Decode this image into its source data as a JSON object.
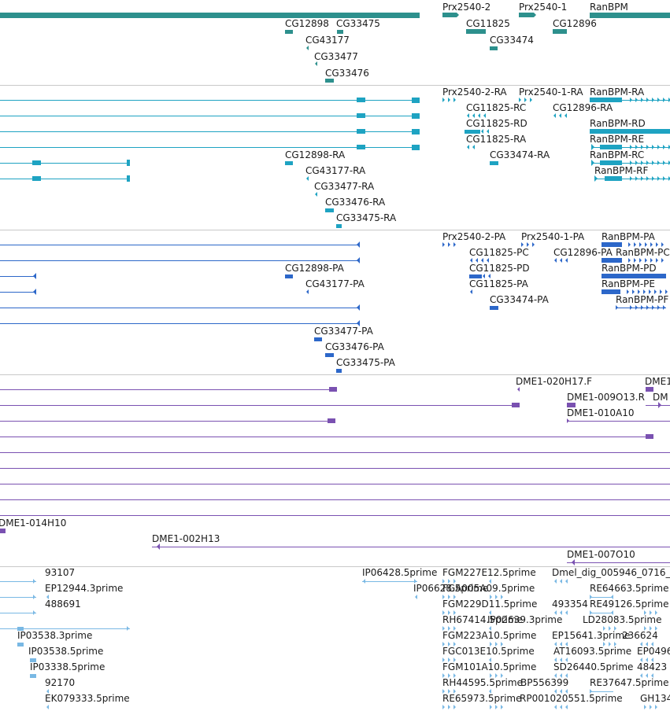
{
  "colors": {
    "gene": "#2d908d",
    "transcript": "#1ea3c2",
    "protein": "#2c67c9",
    "bac": "#7a51b1",
    "est": "#79b8e4",
    "separator": "#c9c9c9"
  },
  "tracks": {
    "genes": {
      "labels": [
        "Prx2540-2",
        "Prx2540-1",
        "RanBPM",
        "CG12898",
        "CG33475",
        "CG11825",
        "CG12896",
        "CG43177",
        "CG33474",
        "CG33477",
        "CG33476"
      ]
    },
    "transcripts": {
      "labels": [
        "Prx2540-2-RA",
        "Prx2540-1-RA",
        "RanBPM-RA",
        "CG11825-RC",
        "CG12896-RA",
        "CG11825-RD",
        "RanBPM-RD",
        "CG11825-RA",
        "RanBPM-RE",
        "CG12898-RA",
        "CG33474-RA",
        "RanBPM-RC",
        "CG43177-RA",
        "RanBPM-RF",
        "CG33477-RA",
        "CG33476-RA",
        "CG33475-RA"
      ]
    },
    "proteins": {
      "labels": [
        "Prx2540-2-PA",
        "Prx2540-1-PA",
        "RanBPM-PA",
        "CG11825-PC",
        "CG12896-PA",
        "RanBPM-PC",
        "CG12898-PA",
        "CG11825-PD",
        "RanBPM-PD",
        "CG43177-PA",
        "CG11825-PA",
        "RanBPM-PE",
        "CG33474-PA",
        "RanBPM-PF",
        "CG33477-PA",
        "CG33476-PA",
        "CG33475-PA"
      ]
    },
    "bacs": {
      "labels": [
        "DME1-020H17.F",
        "DME1",
        "DME1-009O13.R",
        "DM",
        "DME1-010A10",
        "DME1-014H10",
        "DME1-002H13",
        "DME1-007O10"
      ]
    },
    "ests": {
      "labels": [
        "93107",
        "IP06428.5prime",
        "FGM227E12.5prime",
        "Dmel_dig_005946_0716_",
        "EP12944.3prime",
        "IP06628.5prime",
        "FGA005A09.5prime",
        "RE64663.5prime",
        "488691",
        "FGM229D11.5prime",
        "493354",
        "RE49126.5prime",
        "RH67414.5prime",
        "IP02639.3prime",
        "LD28083.5prime",
        "IP03538.3prime",
        "FGM223A10.5prime",
        "EP15641.3prime",
        "236624",
        "IP03538.5prime",
        "FGC013E10.5prime",
        "AT16093.5prime",
        "EP0496",
        "IP03338.5prime",
        "FGM101A10.5prime",
        "SD26440.5prime",
        "48423",
        "92170",
        "RH44595.5prime",
        "BP556399",
        "RE37647.5prime",
        "EK079333.5prime",
        "RE65973.5prime",
        "RP001020551.5prime",
        "GH134"
      ]
    }
  }
}
